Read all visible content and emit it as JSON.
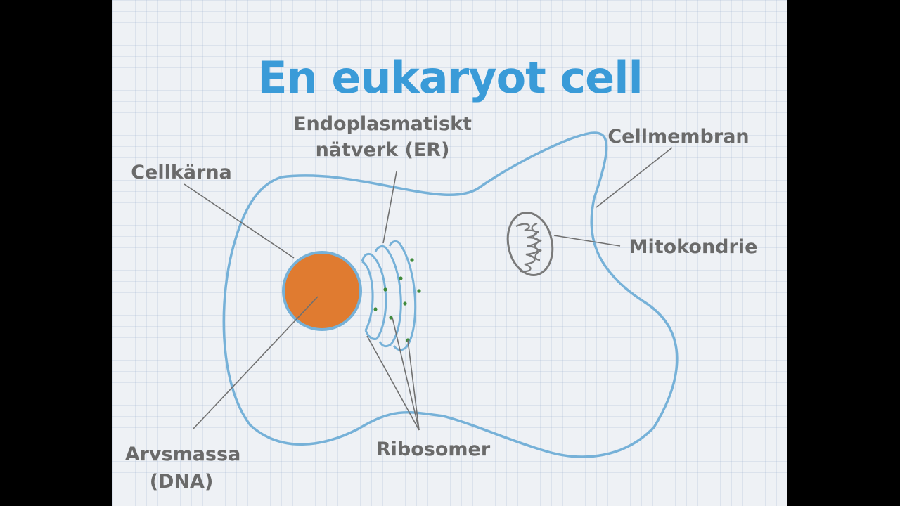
{
  "title": "En eukaryot cell",
  "labels": {
    "er_line1": "Endoplasmatiskt",
    "er_line2": "nätverk (ER)",
    "cellmembran": "Cellmembran",
    "cellkarna": "Cellkärna",
    "mitokondrie": "Mitokondrie",
    "arvsmassa_line1": "Arvsmassa",
    "arvsmassa_line2": "(DNA)",
    "ribosomer": "Ribosomer"
  },
  "colors": {
    "title": "#3a9bd8",
    "membrane": "#76b1d8",
    "nucleus": "#e07b30",
    "leader": "#707070",
    "label": "#6a6a6a",
    "mitochondrion": "#7a7a7a",
    "ribosome": "#3f8a3a"
  }
}
